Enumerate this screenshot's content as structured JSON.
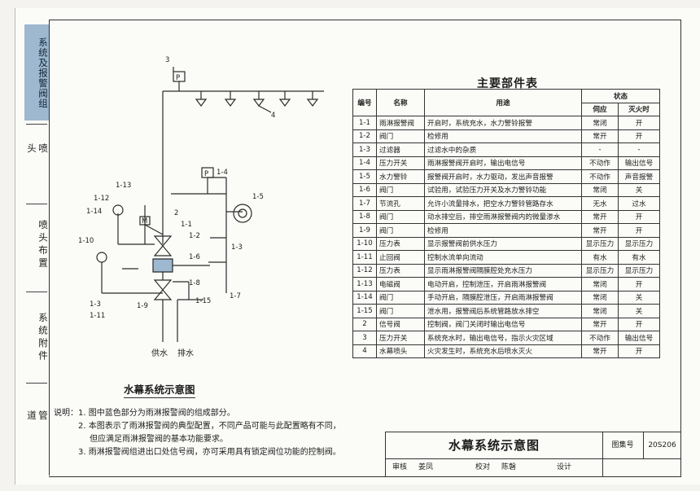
{
  "sidebar": {
    "items": [
      {
        "label": "系统及报警阀组",
        "active": true
      },
      {
        "label": "喷头",
        "active": false
      },
      {
        "label": "喷头布置",
        "active": false
      },
      {
        "label": "系统附件",
        "active": false
      },
      {
        "label": "管道",
        "active": false
      }
    ]
  },
  "diagram": {
    "title": "水幕系统示意图",
    "labels": {
      "l3_top": "3",
      "p": "P",
      "l4": "4",
      "l1_4": "1-4",
      "l1_5": "1-5",
      "l1_13": "1-13",
      "l1_12": "1-12",
      "l1_14": "1-14",
      "l2": "2",
      "l1_1": "1-1",
      "l1_2": "1-2",
      "l1_3r": "1-3",
      "l1_10": "1-10",
      "l1_6": "1-6",
      "l1_8": "1-8",
      "l1_7": "1-7",
      "l1_15": "1-15",
      "l1_3l": "1-3",
      "l1_11": "1-11",
      "l1_9": "1-9",
      "m": "M"
    },
    "supply": "供水",
    "drain": "排水"
  },
  "table": {
    "title": "主要部件表",
    "headers": {
      "no": "编号",
      "name": "名称",
      "use": "用途",
      "status": "状态",
      "normal": "伺应",
      "fire": "灭火时"
    },
    "rows": [
      {
        "no": "1-1",
        "name": "雨淋报警阀",
        "use": "开启时，系统充水，水力警铃报警",
        "normal": "常闭",
        "fire": "开"
      },
      {
        "no": "1-2",
        "name": "阀门",
        "use": "检修用",
        "normal": "常开",
        "fire": "开"
      },
      {
        "no": "1-3",
        "name": "过滤器",
        "use": "过滤水中的杂质",
        "normal": "-",
        "fire": "-"
      },
      {
        "no": "1-4",
        "name": "压力开关",
        "use": "雨淋报警阀开启时，输出电信号",
        "normal": "不动作",
        "fire": "输出信号"
      },
      {
        "no": "1-5",
        "name": "水力警铃",
        "use": "报警阀开启时，水力驱动，发出声音报警",
        "normal": "不动作",
        "fire": "声音报警"
      },
      {
        "no": "1-6",
        "name": "阀门",
        "use": "试验用，试验压力开关及水力警铃功能",
        "normal": "常闭",
        "fire": "关"
      },
      {
        "no": "1-7",
        "name": "节流孔",
        "use": "允许小流量排水，把空水力警铃管路存水",
        "normal": "无水",
        "fire": "过水"
      },
      {
        "no": "1-8",
        "name": "阀门",
        "use": "动水排空后，排空雨淋报警阀内的微量渗水",
        "normal": "常开",
        "fire": "开"
      },
      {
        "no": "1-9",
        "name": "阀门",
        "use": "检修用",
        "normal": "常开",
        "fire": "开"
      },
      {
        "no": "1-10",
        "name": "压力表",
        "use": "显示报警阀前供水压力",
        "normal": "显示压力",
        "fire": "显示压力"
      },
      {
        "no": "1-11",
        "name": "止回阀",
        "use": "控制水流单向流动",
        "normal": "有水",
        "fire": "有水"
      },
      {
        "no": "1-12",
        "name": "压力表",
        "use": "显示雨淋报警阀隔膜腔处充水压力",
        "normal": "显示压力",
        "fire": "显示压力"
      },
      {
        "no": "1-13",
        "name": "电磁阀",
        "use": "电动开启，控制泄压，开启雨淋报警阀",
        "normal": "常闭",
        "fire": "开"
      },
      {
        "no": "1-14",
        "name": "阀门",
        "use": "手动开启，隔膜腔泄压，开启雨淋报警阀",
        "normal": "常闭",
        "fire": "关"
      },
      {
        "no": "1-15",
        "name": "阀门",
        "use": "泄水用，报警阀后系统管路放水排空",
        "normal": "常闭",
        "fire": "关"
      },
      {
        "no": "2",
        "name": "信号阀",
        "use": "控制阀，阀门关闭时输出电信号",
        "normal": "常开",
        "fire": "开"
      },
      {
        "no": "3",
        "name": "压力开关",
        "use": "系统充水时，输出电信号，指示火灾区域",
        "normal": "不动作",
        "fire": "输出信号"
      },
      {
        "no": "4",
        "name": "水幕喷头",
        "use": "火灾发生时，系统充水后喷水灭火",
        "normal": "常开",
        "fire": "开"
      }
    ]
  },
  "notes": {
    "lead": "说明：",
    "items": [
      {
        "num": "1.",
        "text": "图中蓝色部分为雨淋报警阀的组成部分。"
      },
      {
        "num": "2.",
        "text": "本图表示了雨淋报警阀的典型配置，不同产品可能与此配置略有不同，"
      },
      {
        "num": "",
        "text": "但应满足雨淋报警阀的基本功能要求。"
      },
      {
        "num": "3.",
        "text": "雨淋报警阀组进出口处信号阀，亦可采用具有锁定阀位功能的控制阀。"
      }
    ]
  },
  "title_block": {
    "title": "水幕系统示意图",
    "atlas_label": "图集号",
    "atlas_no": "20S206",
    "sig": [
      "审核",
      "姜凤",
      "校对",
      "陈磐",
      "设计"
    ]
  }
}
